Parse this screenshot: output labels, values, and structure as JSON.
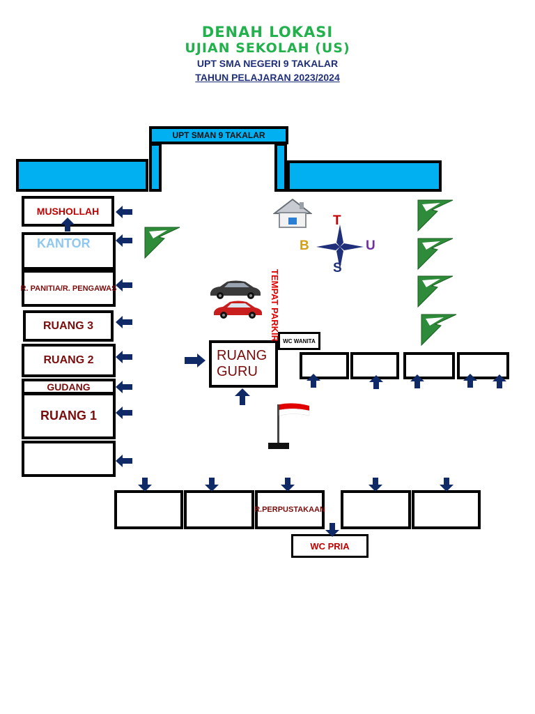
{
  "header": {
    "title_line1": "DENAH LOKASI",
    "title_line2": "UJIAN SEKOLAH (US)",
    "school": "UPT SMA NEGERI 9 TAKALAR",
    "year": "TAHUN PELAJARAN 2023/2024"
  },
  "gate": {
    "label": "UPT SMAN 9 TAKALAR"
  },
  "rooms": {
    "musholla": "MUSHOLLAH",
    "kantor": "KANTOR",
    "panitia": "R. PANITIA/R. PENGAWAS",
    "ruang3": "RUANG 3",
    "ruang2": "RUANG 2",
    "gudang": "GUDANG",
    "ruang1": "RUANG 1",
    "ruang_guru_line1": "RUANG",
    "ruang_guru_line2": "GURU",
    "wc_wanita": "WC WANITA",
    "perpustakaan": "R.PERPUSTAKAAN",
    "wc_pria": "WC PRIA"
  },
  "parking": {
    "label": "TEMPAT PARKIR"
  },
  "compass": {
    "north": "T",
    "south": "S",
    "west": "B",
    "east": "U"
  },
  "colors": {
    "title_green": "#22b14c",
    "navy": "#1f2f7a",
    "gate_blue": "#00b0f0",
    "label_red": "#c00000",
    "arrow": "#0f2a66"
  }
}
